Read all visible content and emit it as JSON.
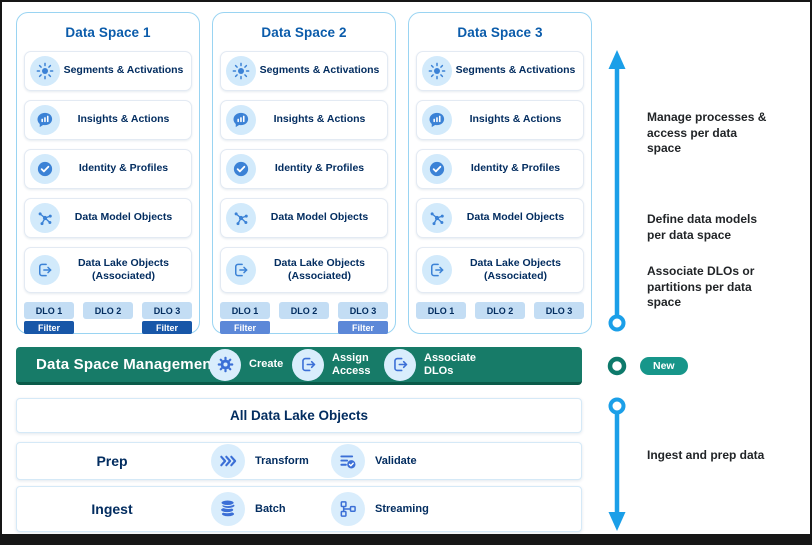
{
  "colors": {
    "header_blue": "#0B5CAB",
    "item_navy": "#032D60",
    "teal_bar": "#177B68",
    "teal_badge": "#17968A",
    "arrow_blue": "#1B9FE8",
    "filter_dark": "#1857A8",
    "filter_light": "#5C88D8"
  },
  "columns": [
    {
      "title": "Data Space 1",
      "items": [
        "Segments & Activations",
        "Insights & Actions",
        "Identity & Profiles",
        "Data Model Objects",
        "Data Lake Objects (Associated)"
      ],
      "dlos": [
        {
          "label": "DLO 1",
          "filter": "Filter"
        },
        {
          "label": "DLO 2"
        },
        {
          "label": "DLO 3",
          "filter": "Filter"
        }
      ]
    },
    {
      "title": "Data Space 2",
      "items": [
        "Segments & Activations",
        "Insights & Actions",
        "Identity & Profiles",
        "Data Model Objects",
        "Data Lake Objects (Associated)"
      ],
      "dlos": [
        {
          "label": "DLO 1",
          "filter": "Filter"
        },
        {
          "label": "DLO 2"
        },
        {
          "label": "DLO 3",
          "filter": "Filter"
        }
      ]
    },
    {
      "title": "Data Space 3",
      "items": [
        "Segments & Activations",
        "Insights & Actions",
        "Identity & Profiles",
        "Data Model Objects",
        "Data Lake Objects (Associated)"
      ],
      "dlos": [
        {
          "label": "DLO 1"
        },
        {
          "label": "DLO 2"
        },
        {
          "label": "DLO 3"
        }
      ]
    }
  ],
  "management": {
    "title": "Data Space Management",
    "actions": [
      {
        "label": "Create",
        "icon": "gear-icon"
      },
      {
        "label": "Assign Access",
        "icon": "export-icon"
      },
      {
        "label": "Associate DLOs",
        "icon": "export-icon"
      }
    ]
  },
  "rows": {
    "all_dlo": "All Data Lake Objects",
    "prep": {
      "label": "Prep",
      "actions": [
        {
          "label": "Transform",
          "icon": "transform-icon"
        },
        {
          "label": "Validate",
          "icon": "validate-icon"
        }
      ]
    },
    "ingest": {
      "label": "Ingest",
      "actions": [
        {
          "label": "Batch",
          "icon": "batch-icon"
        },
        {
          "label": "Streaming",
          "icon": "streaming-icon"
        }
      ]
    }
  },
  "annotations": {
    "manage": "Manage processes & access per data space",
    "define": "Define data models per data space",
    "associate": "Associate DLOs or partitions per data space",
    "new_badge": "New",
    "ingest_prep": "Ingest and prep data"
  }
}
